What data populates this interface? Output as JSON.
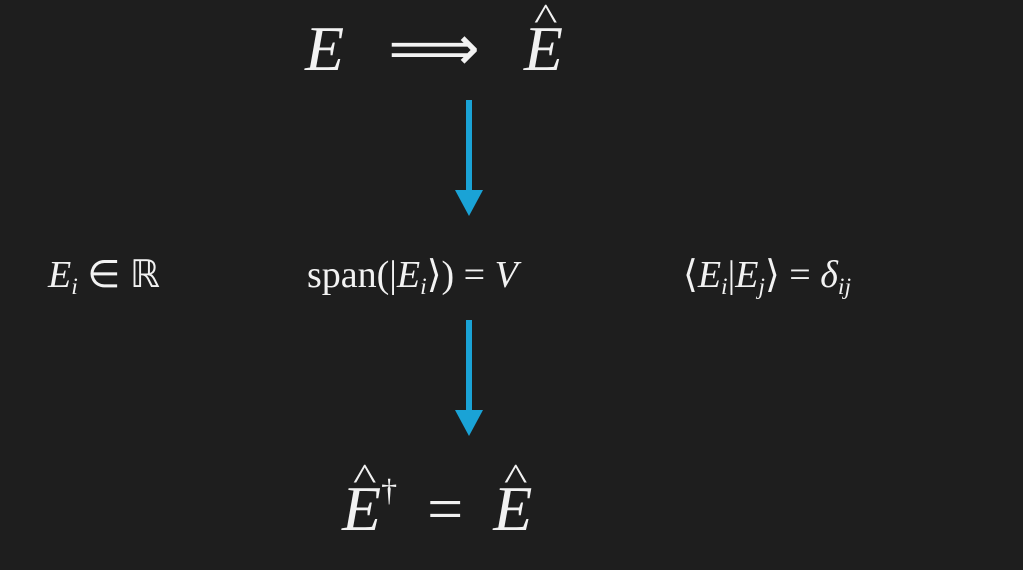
{
  "top_equation": {
    "lhs": "E",
    "arrow": "⟹",
    "rhs": "E"
  },
  "middle_row": {
    "eigenvalues_real": {
      "sym": "E",
      "sub": "i",
      "rel": "∈ ℝ"
    },
    "span": {
      "func": "span(|",
      "sym": "E",
      "sub": "i",
      "close": "⟩) =",
      "rhs": "V"
    },
    "orthonormal": {
      "open": "⟨",
      "sym1": "E",
      "sub1": "i",
      "bar": "|",
      "sym2": "E",
      "sub2": "j",
      "close": "⟩ =",
      "delta": "δ",
      "delta_sub": "ij"
    }
  },
  "bottom_equation": {
    "lhs": "E",
    "dagger": "†",
    "eq": "=",
    "rhs": "E"
  },
  "colors": {
    "background": "#1e1e1e",
    "arrow": "#1aa3d6",
    "text": "#f2f2f2"
  }
}
